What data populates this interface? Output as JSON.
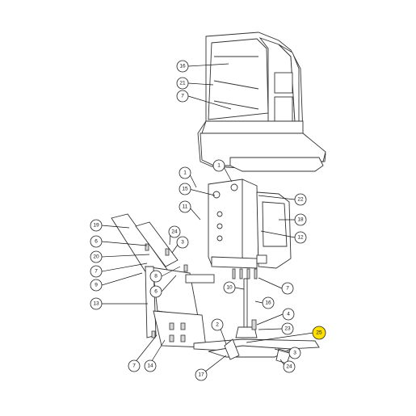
{
  "highlight_color": "#ffe000",
  "callouts": [
    {
      "id": "c16a",
      "label": "16",
      "highlight": false
    },
    {
      "id": "c21",
      "label": "21",
      "highlight": false
    },
    {
      "id": "c7a",
      "label": "7",
      "highlight": false
    },
    {
      "id": "c1a",
      "label": "1",
      "highlight": false
    },
    {
      "id": "c1b",
      "label": "1",
      "highlight": false
    },
    {
      "id": "c15",
      "label": "15",
      "highlight": false
    },
    {
      "id": "c22",
      "label": "22",
      "highlight": false
    },
    {
      "id": "c11",
      "label": "11",
      "highlight": false
    },
    {
      "id": "c18",
      "label": "18",
      "highlight": false
    },
    {
      "id": "c19",
      "label": "19",
      "highlight": false
    },
    {
      "id": "c24a",
      "label": "24",
      "highlight": false
    },
    {
      "id": "c12",
      "label": "12",
      "highlight": false
    },
    {
      "id": "c6a",
      "label": "6",
      "highlight": false
    },
    {
      "id": "c3a",
      "label": "3",
      "highlight": false
    },
    {
      "id": "c20",
      "label": "20",
      "highlight": false
    },
    {
      "id": "c7b",
      "label": "7",
      "highlight": false
    },
    {
      "id": "c8",
      "label": "8",
      "highlight": false
    },
    {
      "id": "c9",
      "label": "9",
      "highlight": false
    },
    {
      "id": "c6b",
      "label": "6",
      "highlight": false
    },
    {
      "id": "c10",
      "label": "10",
      "highlight": false
    },
    {
      "id": "c7c",
      "label": "7",
      "highlight": false
    },
    {
      "id": "c13",
      "label": "13",
      "highlight": false
    },
    {
      "id": "c16b",
      "label": "16",
      "highlight": false
    },
    {
      "id": "c4",
      "label": "4",
      "highlight": false
    },
    {
      "id": "c2",
      "label": "2",
      "highlight": false
    },
    {
      "id": "c23",
      "label": "23",
      "highlight": false
    },
    {
      "id": "c25",
      "label": "25",
      "highlight": true
    },
    {
      "id": "c7d",
      "label": "7",
      "highlight": false
    },
    {
      "id": "c14",
      "label": "14",
      "highlight": false
    },
    {
      "id": "c3b",
      "label": "3",
      "highlight": false
    },
    {
      "id": "c17",
      "label": "17",
      "highlight": false
    },
    {
      "id": "c24b",
      "label": "24",
      "highlight": false
    }
  ]
}
